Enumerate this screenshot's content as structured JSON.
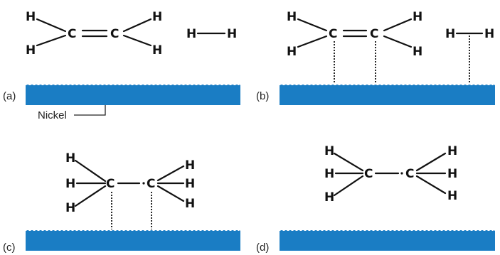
{
  "colors": {
    "surface": "#1a7dc4",
    "ink": "#111111"
  },
  "caption": {
    "surface_name": "Nickel"
  },
  "panels": [
    {
      "label": "(a)"
    },
    {
      "label": "(b)"
    },
    {
      "label": "(c)"
    },
    {
      "label": "(d)"
    }
  ],
  "atoms": {
    "hydrogen": "H",
    "carbon": "C"
  }
}
